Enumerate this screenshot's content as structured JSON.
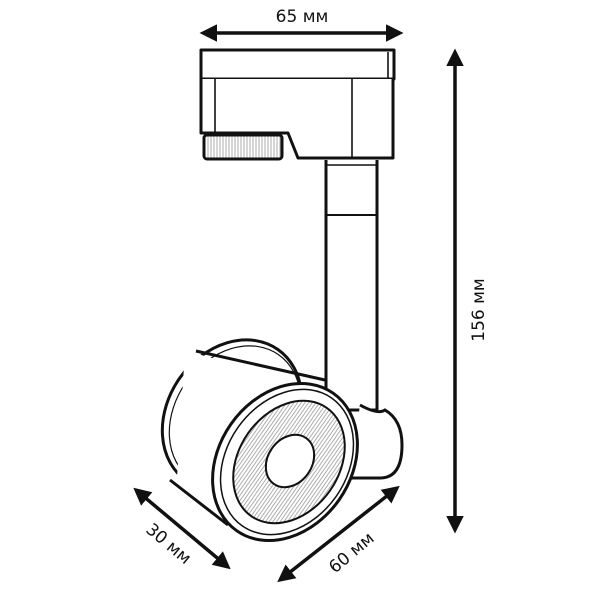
{
  "title": "Track spotlight dimensions",
  "dimensions": {
    "width_top": "65 мм",
    "height": "156 мм",
    "depth": "30 мм",
    "diameter": "60 мм"
  },
  "colors": {
    "line": "#111111",
    "background": "#ffffff",
    "hatch": "#888888"
  }
}
